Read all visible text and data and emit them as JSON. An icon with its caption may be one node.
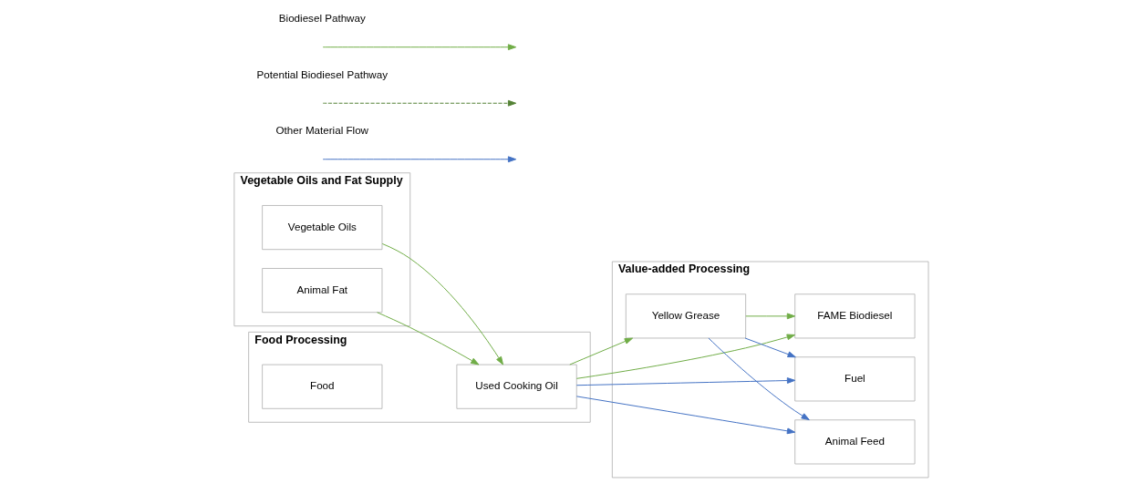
{
  "diagram": {
    "nodes": [
      {
        "text": [
          "Vegetable Oils and Fat Supply"
        ]
      },
      {
        "text": [
          "Vegetable Oils"
        ],
        "in": 0
      },
      {
        "text": [
          "Animal Fat"
        ],
        "in": 0
      },
      {
        "text": [
          "Food Processing"
        ]
      },
      {
        "text": [
          "Food"
        ],
        "in": 3
      },
      {
        "text": [
          "Used Cooking Oil"
        ],
        "in": 3
      },
      {
        "text": [
          "Value-added Processing"
        ]
      },
      {
        "text": [
          "Yellow Grease"
        ],
        "in": 6
      },
      {
        "text": [
          "Animal Feed"
        ],
        "in": 6
      },
      {
        "text": [
          "FAME Biodiesel"
        ],
        "in": 6
      },
      {
        "text": [
          "Fuel"
        ],
        "in": 6
      }
    ],
    "edges": [
      {
        "from": 1,
        "to": 5,
        "arrow": "to",
        "color": "#70ad47"
      },
      {
        "from": 2,
        "to": 5,
        "arrow": "to",
        "color": "#70ad47"
      },
      {
        "from": 5,
        "to": 7,
        "arrow": "to",
        "color": "#70ad47"
      },
      {
        "from": 5,
        "to": 8,
        "arrow": "to",
        "color": "#4472c4"
      },
      {
        "from": 5,
        "to": 9,
        "arrow": "to",
        "color": "#70ad47"
      },
      {
        "from": 5,
        "to": 10,
        "arrow": "to",
        "color": "#4472c4"
      },
      {
        "from": 7,
        "to": 8,
        "arrow": "to",
        "color": "#4472c4"
      },
      {
        "from": 7,
        "to": 9,
        "arrow": "to",
        "color": "#70ad47"
      },
      {
        "from": 7,
        "to": 10,
        "arrow": "to",
        "color": "#4472c4"
      }
    ],
    "legend": [
      {
        "text": "Biodiesel Pathway"
      },
      {
        "text": "Potential Biodiesel Pathway"
      },
      {
        "text": "Other Material Flow"
      }
    ]
  }
}
